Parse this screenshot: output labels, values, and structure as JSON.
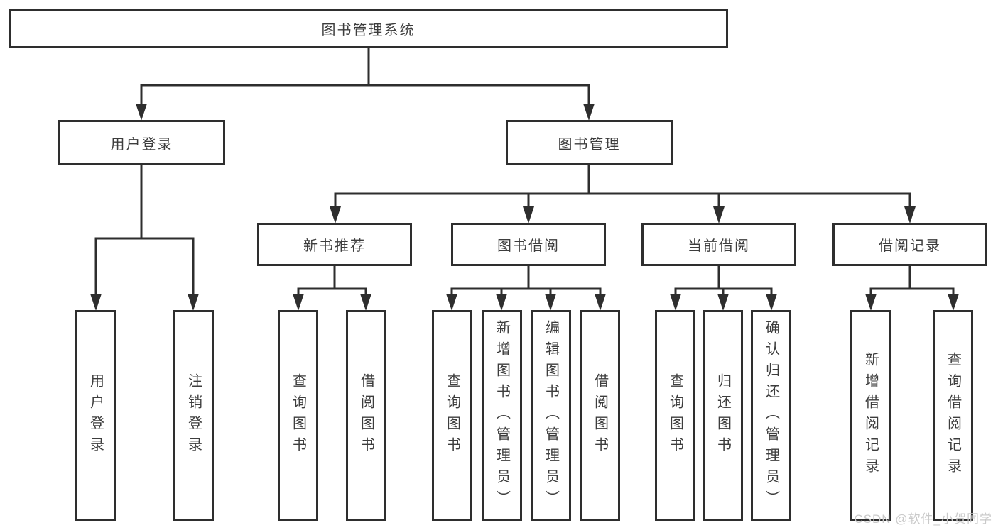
{
  "diagram": {
    "type": "hierarchy-tree",
    "nodes": {
      "root": {
        "label": "图书管理系统"
      },
      "level2": [
        {
          "label": "用户登录"
        },
        {
          "label": "图书管理"
        }
      ],
      "level3": [
        {
          "label": "新书推荐",
          "parent": "图书管理"
        },
        {
          "label": "图书借阅",
          "parent": "图书管理"
        },
        {
          "label": "当前借阅",
          "parent": "图书管理"
        },
        {
          "label": "借阅记录",
          "parent": "图书管理"
        }
      ],
      "leaves": [
        {
          "label": "用户登录",
          "parent": "用户登录"
        },
        {
          "label": "注销登录",
          "parent": "用户登录"
        },
        {
          "label": "查询图书",
          "parent": "新书推荐"
        },
        {
          "label": "借阅图书",
          "parent": "新书推荐"
        },
        {
          "label": "查询图书",
          "parent": "图书借阅"
        },
        {
          "label": "新增图书（管理员）",
          "parent": "图书借阅"
        },
        {
          "label": "编辑图书（管理员）",
          "parent": "图书借阅"
        },
        {
          "label": "借阅图书",
          "parent": "图书借阅"
        },
        {
          "label": "查询图书",
          "parent": "当前借阅"
        },
        {
          "label": "归还图书",
          "parent": "当前借阅"
        },
        {
          "label": "确认归还（管理员）",
          "parent": "当前借阅"
        },
        {
          "label": "新增借阅记录",
          "parent": "借阅记录"
        },
        {
          "label": "查询借阅记录",
          "parent": "借阅记录"
        }
      ]
    },
    "colors": {
      "line": "#2e2e2e",
      "box_border": "#2e2e2e",
      "box_fill": "#ffffff",
      "text": "#3d3d3d",
      "background": "#ffffff",
      "watermark": "#c9c9c9"
    }
  },
  "watermark": {
    "text": "CSDN @软件_小贺同学"
  }
}
